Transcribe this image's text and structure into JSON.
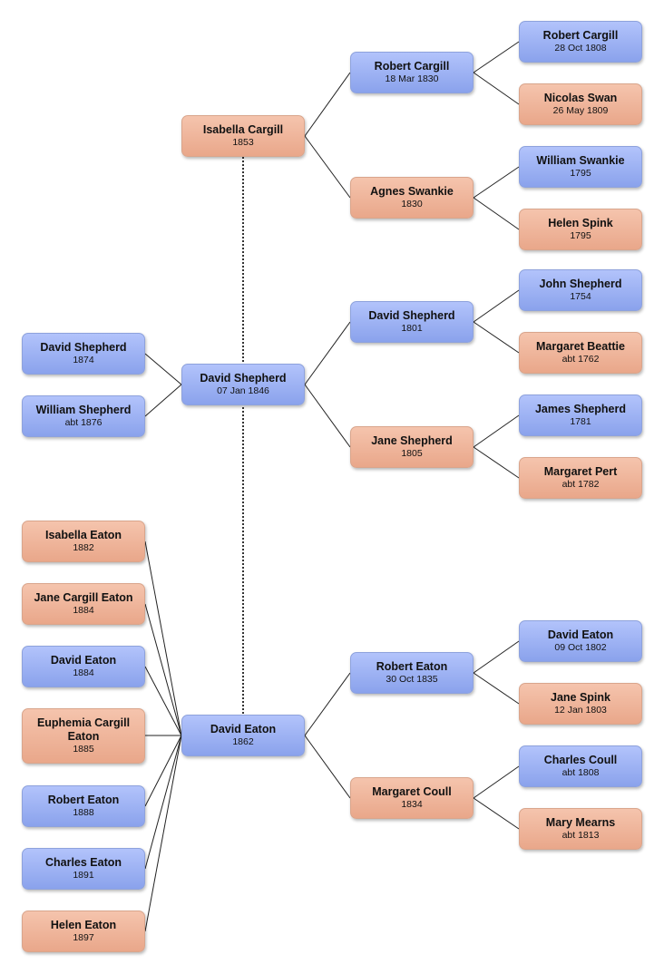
{
  "people": {
    "isabella_cargill": {
      "name": "Isabella Cargill",
      "date": "1853"
    },
    "robert_cargill_1830": {
      "name": "Robert Cargill",
      "date": "18 Mar 1830"
    },
    "agnes_swankie": {
      "name": "Agnes Swankie",
      "date": "1830"
    },
    "robert_cargill_1808": {
      "name": "Robert Cargill",
      "date": "28 Oct 1808"
    },
    "nicolas_swan": {
      "name": "Nicolas Swan",
      "date": "26 May 1809"
    },
    "william_swankie": {
      "name": "William Swankie",
      "date": "1795"
    },
    "helen_spink": {
      "name": "Helen Spink",
      "date": "1795"
    },
    "david_shepherd_1846": {
      "name": "David Shepherd",
      "date": "07 Jan 1846"
    },
    "david_shepherd_1874": {
      "name": "David Shepherd",
      "date": "1874"
    },
    "william_shepherd": {
      "name": "William Shepherd",
      "date": "abt 1876"
    },
    "david_shepherd_1801": {
      "name": "David Shepherd",
      "date": "1801"
    },
    "jane_shepherd": {
      "name": "Jane Shepherd",
      "date": "1805"
    },
    "john_shepherd": {
      "name": "John Shepherd",
      "date": "1754"
    },
    "margaret_beattie": {
      "name": "Margaret Beattie",
      "date": "abt 1762"
    },
    "james_shepherd": {
      "name": "James Shepherd",
      "date": "1781"
    },
    "margaret_pert": {
      "name": "Margaret Pert",
      "date": "abt 1782"
    },
    "isabella_eaton": {
      "name": "Isabella Eaton",
      "date": "1882"
    },
    "jane_cargill_eaton": {
      "name": "Jane Cargill Eaton",
      "date": "1884"
    },
    "david_eaton_1884": {
      "name": "David Eaton",
      "date": "1884"
    },
    "euphemia_cargill_eaton": {
      "name": "Euphemia Cargill Eaton",
      "date": "1885"
    },
    "robert_eaton_1888": {
      "name": "Robert Eaton",
      "date": "1888"
    },
    "charles_eaton": {
      "name": "Charles Eaton",
      "date": "1891"
    },
    "helen_eaton": {
      "name": "Helen Eaton",
      "date": "1897"
    },
    "david_eaton_1862": {
      "name": "David Eaton",
      "date": "1862"
    },
    "robert_eaton_1835": {
      "name": "Robert Eaton",
      "date": "30 Oct 1835"
    },
    "margaret_coull": {
      "name": "Margaret Coull",
      "date": "1834"
    },
    "david_eaton_1802": {
      "name": "David Eaton",
      "date": "09 Oct 1802"
    },
    "jane_spink": {
      "name": "Jane Spink",
      "date": "12 Jan 1803"
    },
    "charles_coull": {
      "name": "Charles Coull",
      "date": "abt 1808"
    },
    "mary_mearns": {
      "name": "Mary Mearns",
      "date": "abt 1813"
    }
  },
  "colors": {
    "male": "#9eb3f5",
    "female": "#efb59b",
    "line": "#222222"
  }
}
